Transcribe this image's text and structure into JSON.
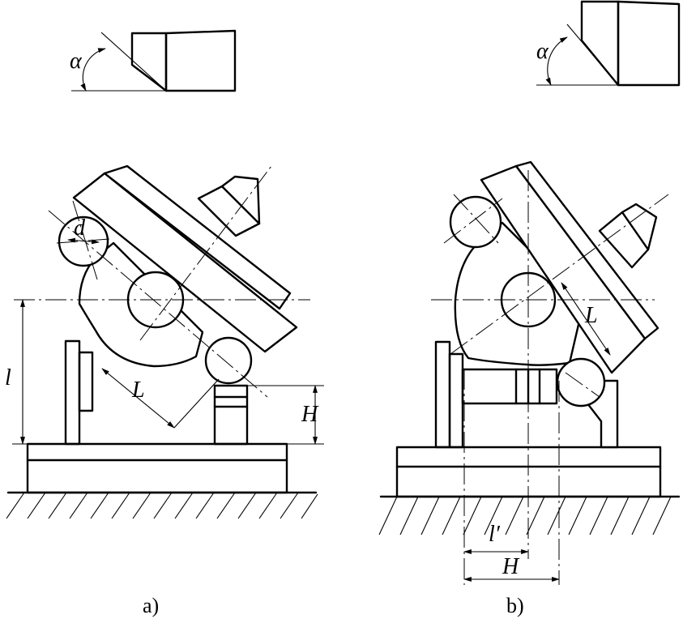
{
  "labels": {
    "alpha": "α",
    "d": "d",
    "l": "l",
    "L": "L",
    "H": "H",
    "l_prime": "l′"
  },
  "captions": {
    "a": "a)",
    "b": "b)"
  }
}
